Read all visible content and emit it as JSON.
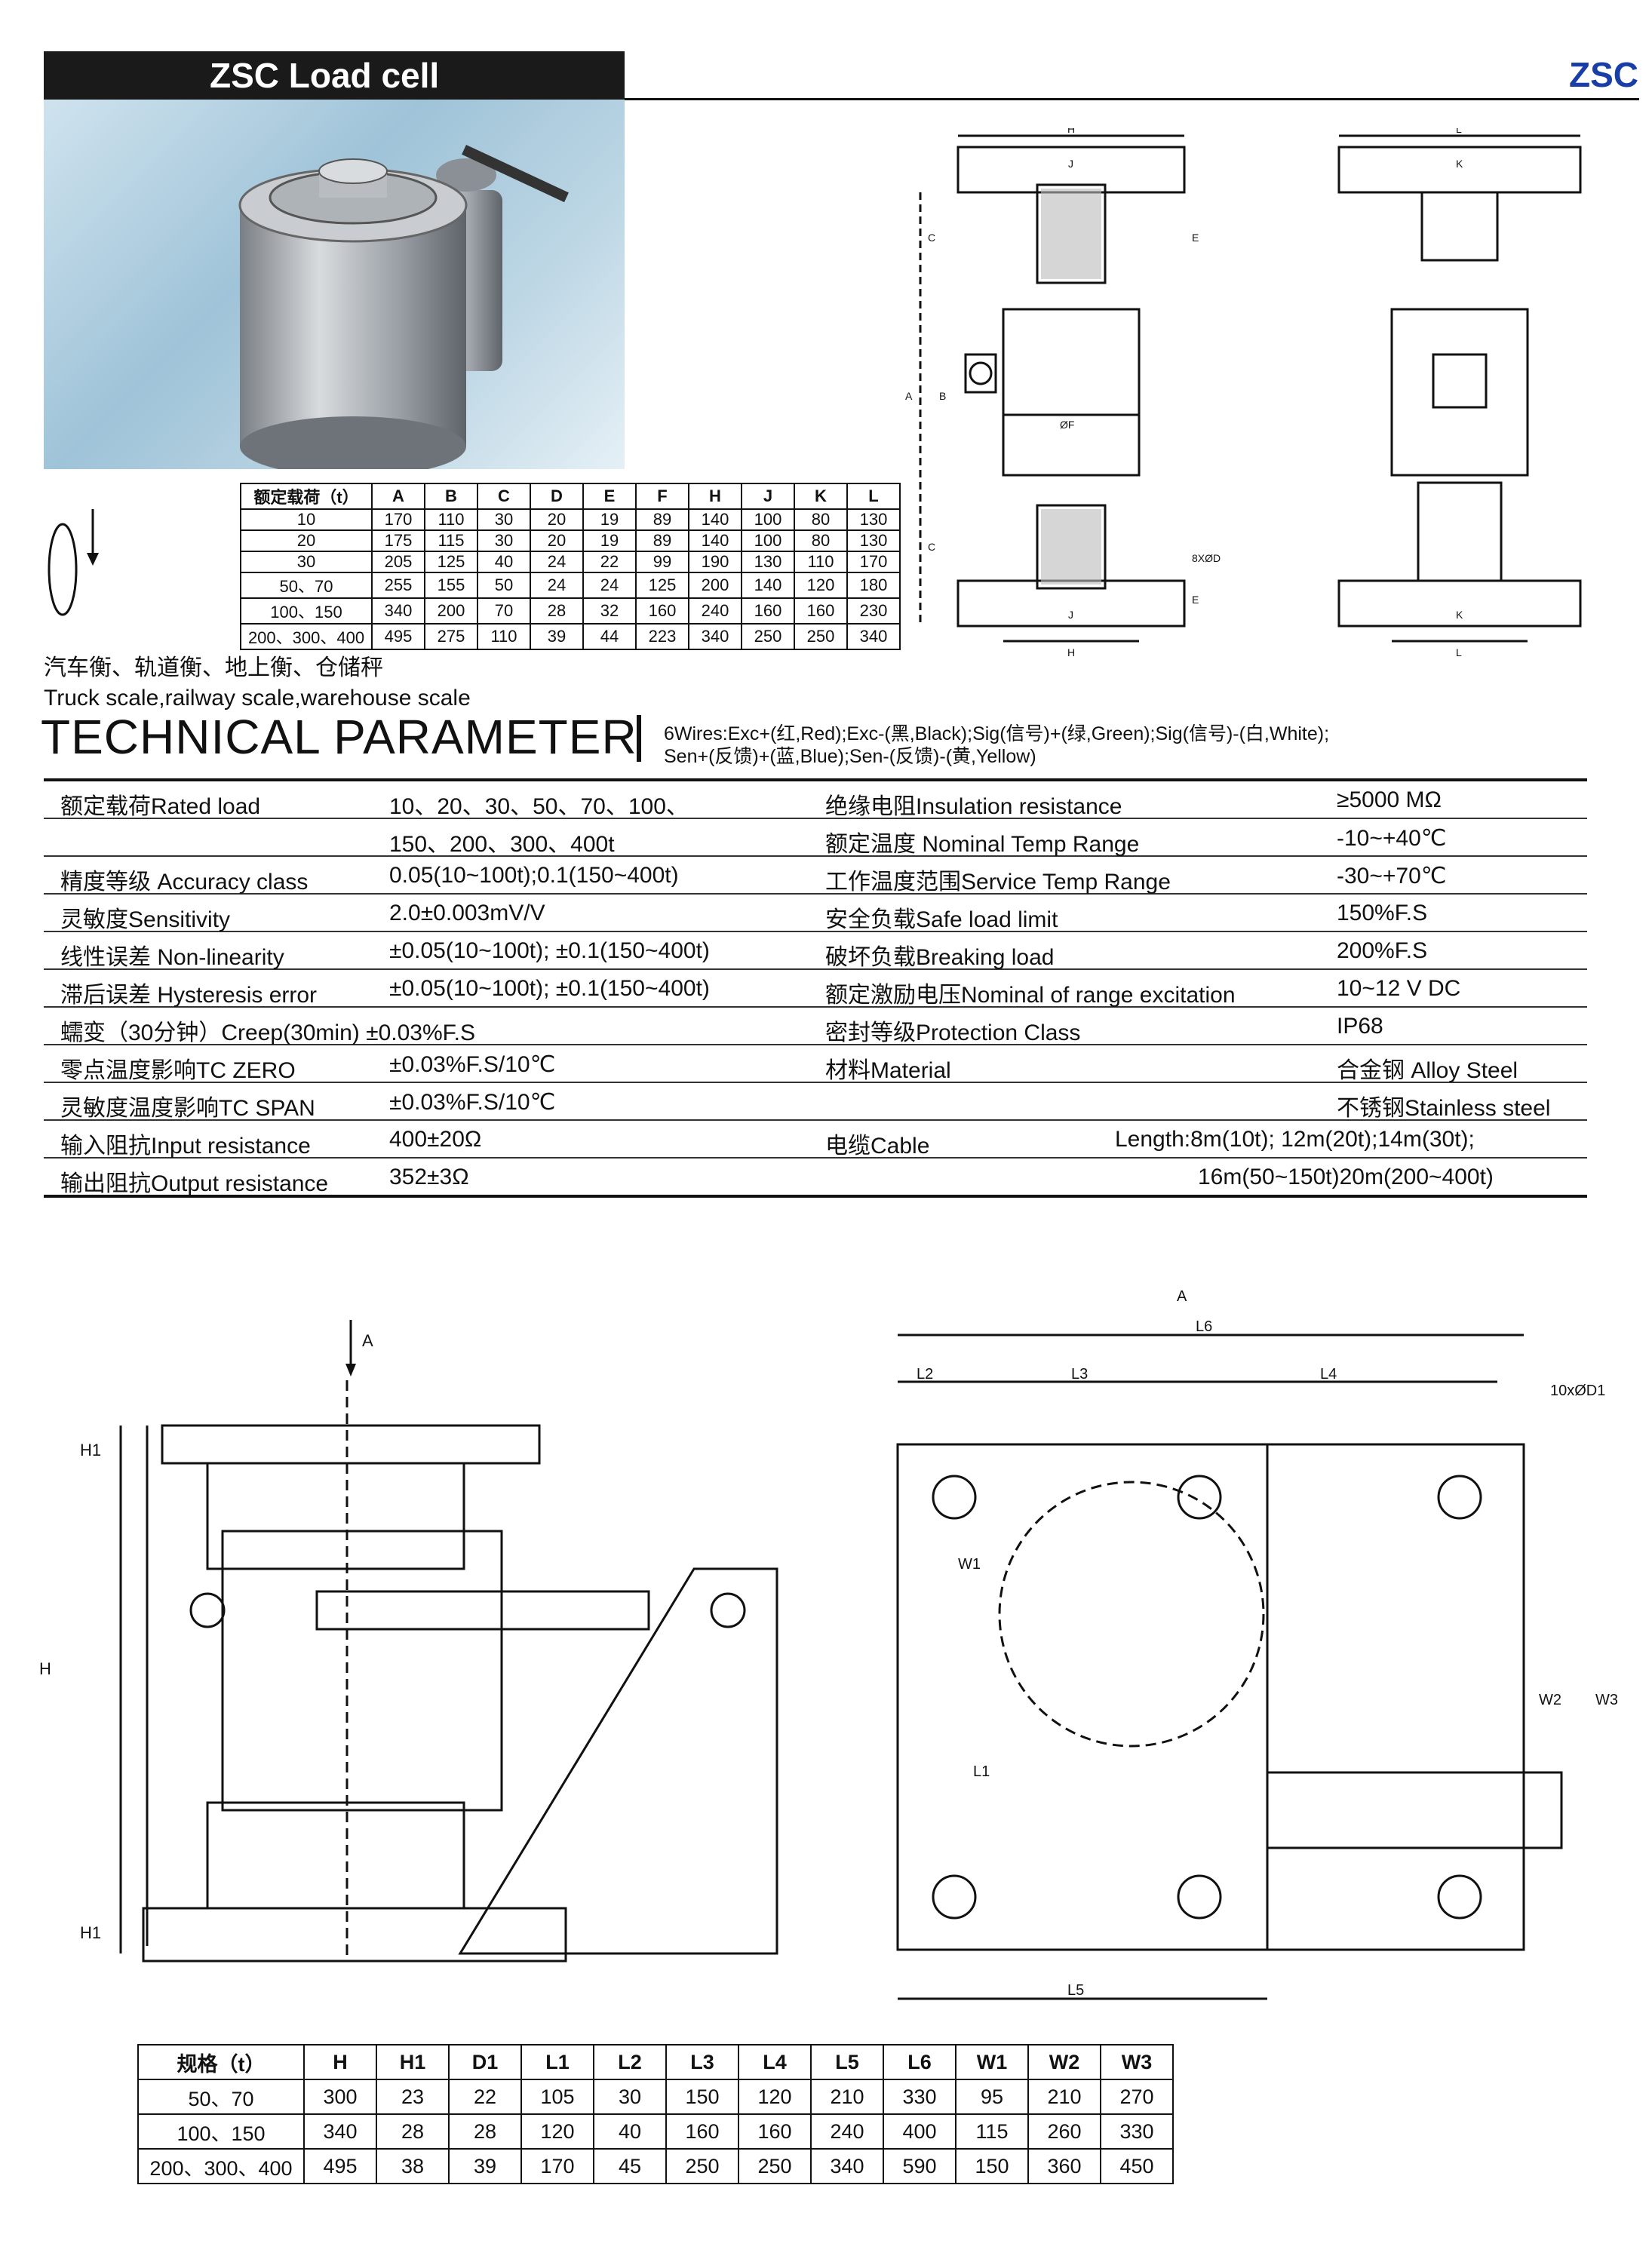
{
  "header": {
    "title": "ZSC  Load cell",
    "brand": "ZSC"
  },
  "spec_table_1": {
    "headers": [
      "额定载荷（t）",
      "A",
      "B",
      "C",
      "D",
      "E",
      "F",
      "H",
      "J",
      "K",
      "L"
    ],
    "rows": [
      [
        "10",
        "170",
        "110",
        "30",
        "20",
        "19",
        "89",
        "140",
        "100",
        "80",
        "130"
      ],
      [
        "20",
        "175",
        "115",
        "30",
        "20",
        "19",
        "89",
        "140",
        "100",
        "80",
        "130"
      ],
      [
        "30",
        "205",
        "125",
        "40",
        "24",
        "22",
        "99",
        "190",
        "130",
        "110",
        "170"
      ],
      [
        "50、70",
        "255",
        "155",
        "50",
        "24",
        "24",
        "125",
        "200",
        "140",
        "120",
        "180"
      ],
      [
        "100、150",
        "340",
        "200",
        "70",
        "28",
        "32",
        "160",
        "240",
        "160",
        "160",
        "230"
      ],
      [
        "200、300、400",
        "495",
        "275",
        "110",
        "39",
        "44",
        "223",
        "340",
        "250",
        "250",
        "340"
      ]
    ]
  },
  "applications": {
    "cn": "汽车衡、轨道衡、地上衡、仓储秤",
    "en": "Truck scale,railway scale,warehouse scale"
  },
  "technical": {
    "title": "TECHNICAL PARAMETER",
    "wires_line1": "6Wires:Exc+(红,Red);Exc-(黑,Black);Sig(信号)+(绿,Green);Sig(信号)-(白,White);",
    "wires_line2": "Sen+(反馈)+(蓝,Blue);Sen-(反馈)-(黄,Yellow)",
    "rows": [
      [
        "额定载荷Rated load",
        "10、20、30、50、70、100、",
        "绝缘电阻Insulation resistance",
        "≥5000 MΩ"
      ],
      [
        "",
        "150、200、300、400t",
        "额定温度 Nominal Temp Range",
        "-10~+40℃"
      ],
      [
        "精度等级 Accuracy class",
        "0.05(10~100t);0.1(150~400t)",
        "工作温度范围Service Temp Range",
        "-30~+70℃"
      ],
      [
        "灵敏度Sensitivity",
        "2.0±0.003mV/V",
        "安全负载Safe load limit",
        "150%F.S"
      ],
      [
        "线性误差 Non-linearity",
        "±0.05(10~100t); ±0.1(150~400t)",
        "破坏负载Breaking load",
        "200%F.S"
      ],
      [
        "滞后误差 Hysteresis error",
        "±0.05(10~100t); ±0.1(150~400t)",
        "额定激励电压Nominal of range excitation",
        "10~12 V DC"
      ],
      [
        "蠕变（30分钟）Creep(30min) ±0.03%F.S",
        "",
        "密封等级Protection Class",
        "IP68"
      ],
      [
        "零点温度影响TC ZERO",
        "±0.03%F.S/10℃",
        "材料Material",
        "合金钢 Alloy Steel"
      ],
      [
        "灵敏度温度影响TC SPAN",
        "±0.03%F.S/10℃",
        "",
        "不锈钢Stainless steel"
      ],
      [
        "输入阻抗Input resistance",
        "400±20Ω",
        "电缆Cable",
        "Length:8m(10t); 12m(20t);14m(30t);"
      ],
      [
        "输出阻抗Output resistance",
        "352±3Ω",
        "",
        "16m(50~150t)20m(200~400t)"
      ]
    ]
  },
  "drawing_labels": {
    "top": [
      "H",
      "J",
      "L",
      "K",
      "C",
      "E",
      "A",
      "B",
      "ØF",
      "8XØD",
      "H",
      "J",
      "K",
      "L",
      "C",
      "E"
    ],
    "bottom": [
      "A",
      "A",
      "H1",
      "H",
      "H1",
      "L6",
      "L2",
      "L3",
      "L4",
      "10xØD1",
      "W1",
      "W2",
      "W3",
      "L1",
      "L5"
    ]
  },
  "spec_table_2": {
    "headers": [
      "规格（t）",
      "H",
      "H1",
      "D1",
      "L1",
      "L2",
      "L3",
      "L4",
      "L5",
      "L6",
      "W1",
      "W2",
      "W3"
    ],
    "rows": [
      [
        "50、70",
        "300",
        "23",
        "22",
        "105",
        "30",
        "150",
        "120",
        "210",
        "330",
        "95",
        "210",
        "270"
      ],
      [
        "100、150",
        "340",
        "28",
        "28",
        "120",
        "40",
        "160",
        "160",
        "240",
        "400",
        "115",
        "260",
        "330"
      ],
      [
        "200、300、400",
        "495",
        "38",
        "39",
        "170",
        "45",
        "250",
        "250",
        "340",
        "590",
        "150",
        "360",
        "450"
      ]
    ]
  }
}
